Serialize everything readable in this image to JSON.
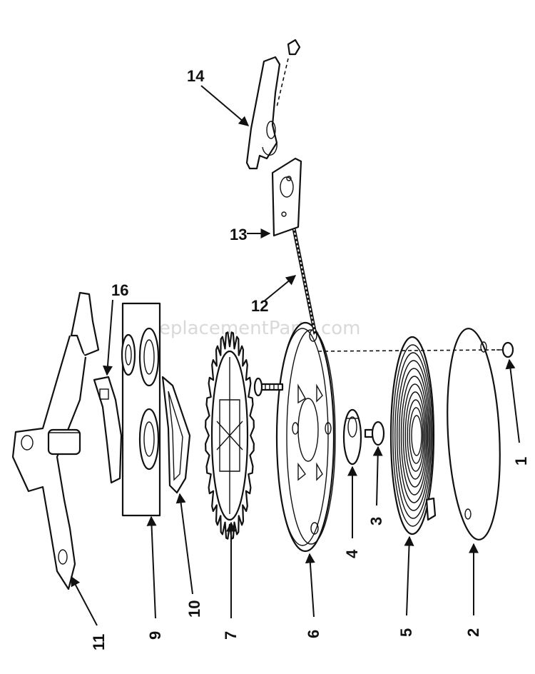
{
  "watermark": "eReplacementParts.com",
  "callouts": {
    "c1": "1",
    "c2": "2",
    "c3": "3",
    "c4": "4",
    "c5": "5",
    "c6": "6",
    "c7": "7",
    "c9": "9",
    "c10": "10",
    "c11": "11",
    "c12": "12",
    "c13": "13",
    "c14": "14",
    "c16": "16"
  }
}
